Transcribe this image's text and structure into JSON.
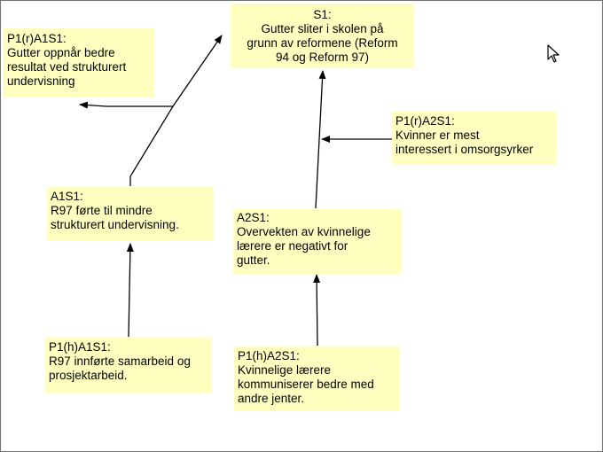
{
  "diagram": {
    "nodes": {
      "s1": {
        "id": "S1:",
        "lines": [
          "Gutter sliter i skolen på",
          "grunn av reformene (Reform",
          "94 og Reform 97)"
        ]
      },
      "p1rA1s1": {
        "id": "P1(r)A1S1:",
        "lines": [
          "Gutter oppnår bedre",
          "resultat ved strukturert",
          "undervisning"
        ]
      },
      "p1rA2s1": {
        "id": "P1(r)A2S1:",
        "lines": [
          "Kvinner er mest",
          "interessert i omsorgsyrker"
        ]
      },
      "a1s1": {
        "id": "A1S1:",
        "lines": [
          "R97 førte til mindre",
          "strukturert undervisning."
        ]
      },
      "a2s1": {
        "id": "A2S1:",
        "lines": [
          "Overvekten av kvinnelige",
          "lærere er negativt for",
          "gutter."
        ]
      },
      "p1hA1s1": {
        "id": "P1(h)A1S1:",
        "lines": [
          "R97 innførte samarbeid og",
          "prosjektarbeid."
        ]
      },
      "p1hA2s1": {
        "id": "P1(h)A2S1:",
        "lines": [
          "Kvinnelige lærere",
          "kommuniserer bedre med",
          "andre jenter."
        ]
      }
    },
    "edges": [
      {
        "from": "a1s1",
        "to": "s1"
      },
      {
        "from": "a1s1",
        "to": "p1rA1s1"
      },
      {
        "from": "a2s1",
        "to": "s1"
      },
      {
        "from": "p1rA2s1",
        "to": "a2s1-s1-edge"
      },
      {
        "from": "p1hA1s1",
        "to": "a1s1"
      },
      {
        "from": "p1hA2s1",
        "to": "a2s1"
      }
    ],
    "colors": {
      "node_fill": "#ffffc0",
      "edge": "#000000",
      "frame": "#707070"
    }
  }
}
